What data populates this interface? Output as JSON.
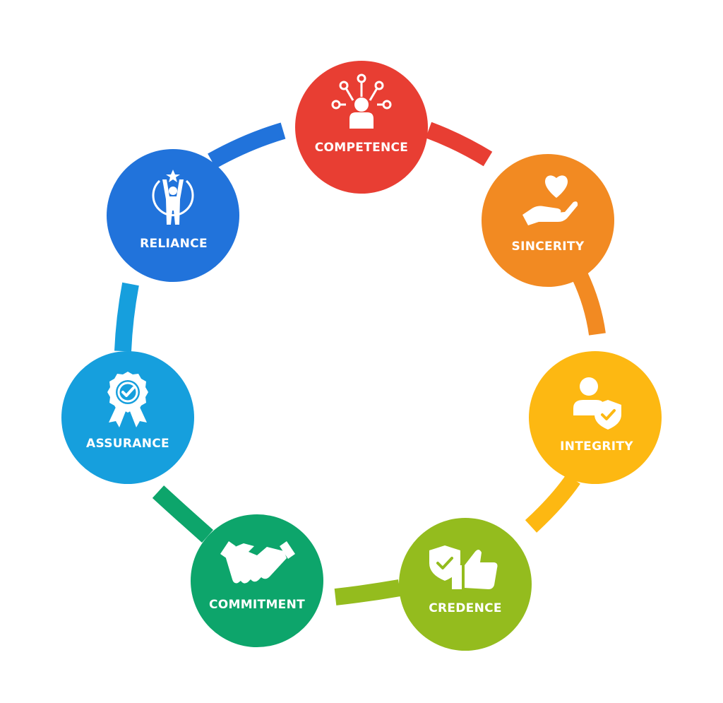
{
  "nodes": [
    {
      "id": "competence",
      "label": "COMPETENCE",
      "icon": "network-person-icon",
      "color": "#E83E33"
    },
    {
      "id": "sincerity",
      "label": "SINCERITY",
      "icon": "heart-in-hand-icon",
      "color": "#F28A22"
    },
    {
      "id": "integrity",
      "label": "INTEGRITY",
      "icon": "user-shield-icon",
      "color": "#FDB812"
    },
    {
      "id": "credence",
      "label": "CREDENCE",
      "icon": "shield-thumbs-up-icon",
      "color": "#94BC1E"
    },
    {
      "id": "commitment",
      "label": "COMMITMENT",
      "icon": "handshake-icon",
      "color": "#0DA56B"
    },
    {
      "id": "assurance",
      "label": "ASSURANCE",
      "icon": "award-badge-icon",
      "color": "#169FDD"
    },
    {
      "id": "reliance",
      "label": "RELIANCE",
      "icon": "person-star-icon",
      "color": "#2173DB"
    }
  ]
}
